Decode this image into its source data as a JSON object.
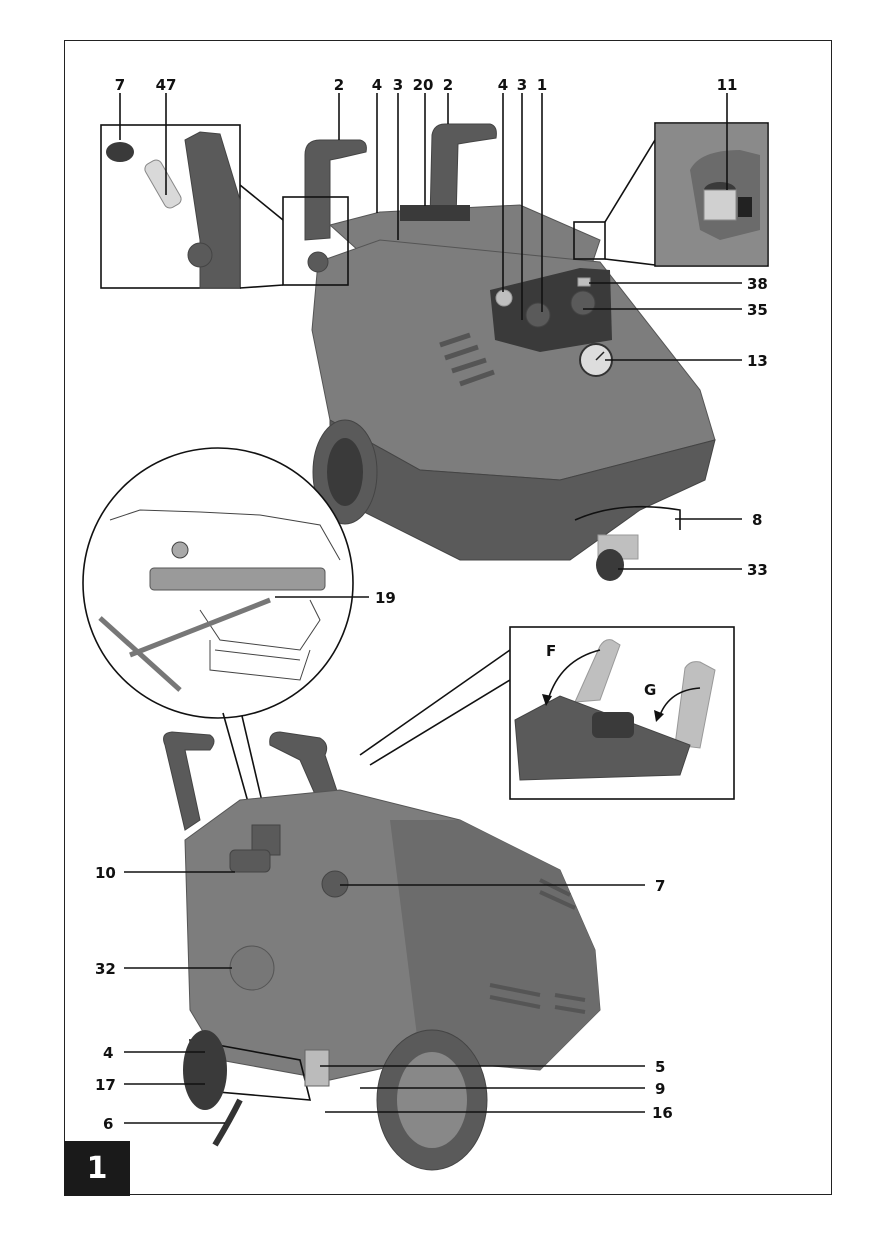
{
  "figure_number": "1",
  "labels": {
    "top_7": "7",
    "top_47": "47",
    "top_2a": "2",
    "top_4a": "4",
    "top_3a": "3",
    "top_20": "20",
    "top_2b": "2",
    "top_4b": "4",
    "top_3b": "3",
    "top_1": "1",
    "top_11": "11",
    "r_38": "38",
    "r_35": "35",
    "r_13": "13",
    "r_8": "8",
    "r_33": "33",
    "r_19": "19",
    "inset_F": "F",
    "inset_G": "G",
    "l_10": "10",
    "r_7": "7",
    "l_32": "32",
    "l_4": "4",
    "r_5": "5",
    "l_17": "17",
    "r_9": "9",
    "l_6": "6",
    "r_16": "16"
  }
}
